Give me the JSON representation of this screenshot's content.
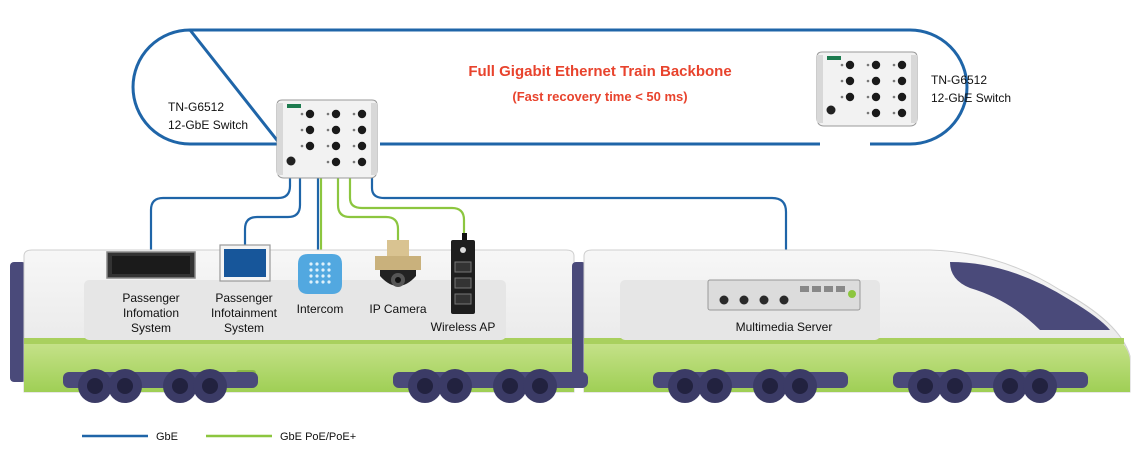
{
  "backbone": {
    "title": "Full Gigabit Ethernet Train Backbone",
    "subtitle": "(Fast recovery time < 50 ms)"
  },
  "switches": [
    {
      "model": "TN-G6512",
      "desc": "12-GbE Switch"
    },
    {
      "model": "TN-G6512",
      "desc": "12-GbE Switch"
    }
  ],
  "devices": {
    "passenger_info": [
      "Passenger",
      "Infomation",
      "System"
    ],
    "passenger_infotainment": [
      "Passenger",
      "Infotainment",
      "System"
    ],
    "intercom": "Intercom",
    "ip_camera": "IP Camera",
    "wireless_ap": "Wireless AP",
    "multimedia_server": "Multimedia Server"
  },
  "legend": {
    "gbe": "GbE",
    "poe": "GbE PoE/PoE+"
  },
  "colors": {
    "gbe_line": "#1f65a8",
    "poe_line": "#8cc63f",
    "title_red": "#e8432d",
    "train_green": "#b5d96b",
    "train_purple": "#4a4a7a"
  }
}
